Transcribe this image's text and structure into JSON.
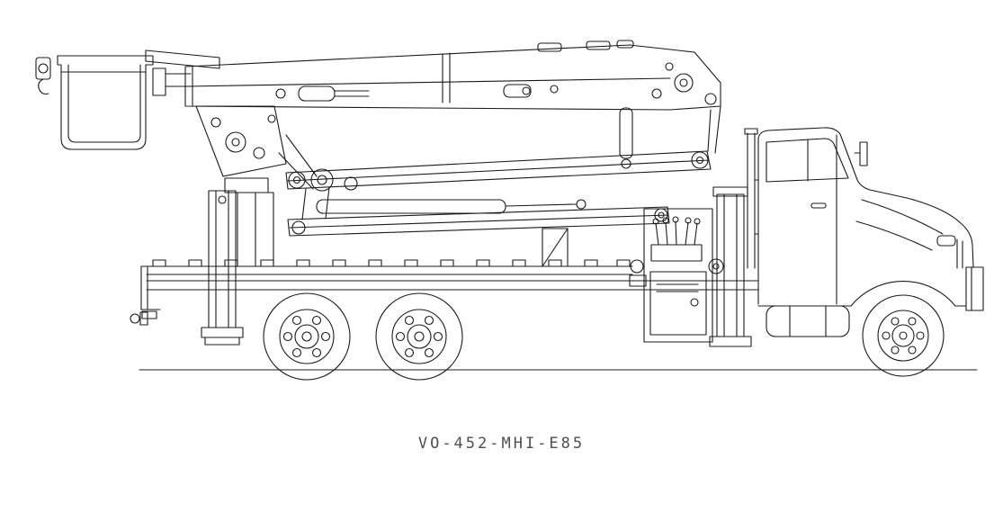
{
  "page": {
    "background_color": "#ffffff",
    "line_color": "#1b1b1b",
    "caption_color": "#4f4f4f"
  },
  "diagram": {
    "type": "technical-line-drawing",
    "subject": "aerial bucket truck, side elevation, boom stowed",
    "title": "VO-452-MHI-E85",
    "parts": [
      "bucket",
      "upper-boom",
      "elbow-joint",
      "lower-boom",
      "turret",
      "pedestal-control-station",
      "tool-cabinet",
      "outrigger-left",
      "outrigger-right",
      "flatbed-frame",
      "boom-rest",
      "cab",
      "rear-wheels",
      "front-wheel",
      "ground-line"
    ]
  }
}
